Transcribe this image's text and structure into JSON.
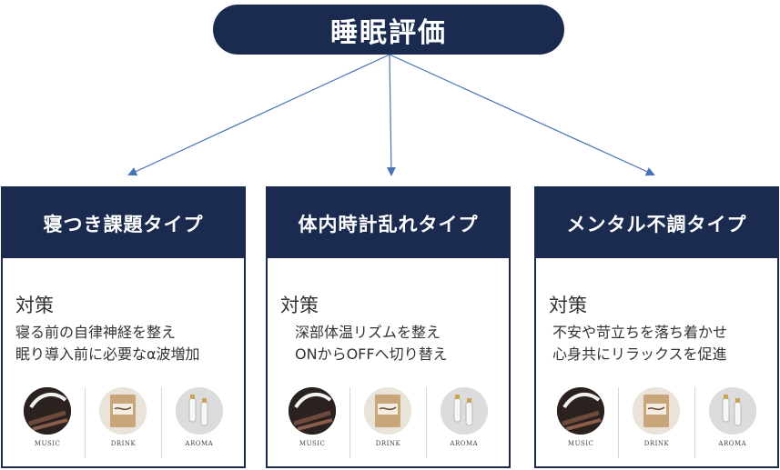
{
  "root": {
    "title": "睡眠評価"
  },
  "cards": [
    {
      "title": "寝つき課題タイプ",
      "measure_label": "対策",
      "measures": [
        "寝る前の自律神経を整え",
        "眠り導入前に必要なα波増加"
      ],
      "icons": [
        {
          "label": "MUSIC",
          "icon": "music-icon"
        },
        {
          "label": "DRINK",
          "icon": "drink-icon"
        },
        {
          "label": "AROMA",
          "icon": "aroma-icon"
        }
      ]
    },
    {
      "title": "体内時計乱れタイプ",
      "measure_label": "対策",
      "measures": [
        "深部体温リズムを整え",
        "ONからOFFへ切り替え"
      ],
      "icons": [
        {
          "label": "MUSIC",
          "icon": "music-icon"
        },
        {
          "label": "DRINK",
          "icon": "drink-icon"
        },
        {
          "label": "AROMA",
          "icon": "aroma-icon"
        }
      ]
    },
    {
      "title": "メンタル不調タイプ",
      "measure_label": "対策",
      "measures": [
        "不安や苛立ちを落ち着かせ",
        "心身共にリラックスを促進"
      ],
      "icons": [
        {
          "label": "MUSIC",
          "icon": "music-icon"
        },
        {
          "label": "DRINK",
          "icon": "drink-icon"
        },
        {
          "label": "AROMA",
          "icon": "aroma-icon"
        }
      ]
    }
  ],
  "colors": {
    "navy": "#1b2a4f",
    "arrow": "#4a72b8"
  }
}
